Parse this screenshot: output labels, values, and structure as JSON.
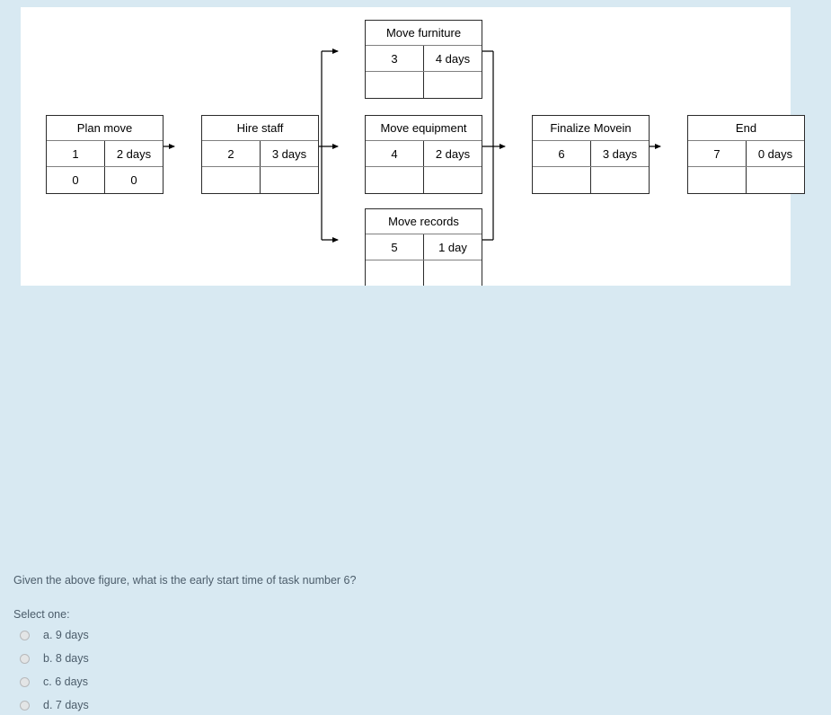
{
  "page": {
    "background_color": "#d8e9f2",
    "panel_color": "#ffffff",
    "text_color": "#4c5d6b"
  },
  "figure": {
    "type": "activity-on-node-network-diagram",
    "nodes": [
      {
        "id": "plan-move",
        "title": "Plan move",
        "task_number": "1",
        "duration": "2 days",
        "bottom_left": "0",
        "bottom_right": "0"
      },
      {
        "id": "hire-staff",
        "title": "Hire staff",
        "task_number": "2",
        "duration": "3 days",
        "bottom_left": "",
        "bottom_right": ""
      },
      {
        "id": "move-furniture",
        "title": "Move furniture",
        "task_number": "3",
        "duration": "4 days",
        "bottom_left": "",
        "bottom_right": ""
      },
      {
        "id": "move-equipment",
        "title": "Move equipment",
        "task_number": "4",
        "duration": "2 days",
        "bottom_left": "",
        "bottom_right": ""
      },
      {
        "id": "move-records",
        "title": "Move records",
        "task_number": "5",
        "duration": "1 day",
        "bottom_left": "",
        "bottom_right": ""
      },
      {
        "id": "finalize-movein",
        "title": "Finalize Movein",
        "task_number": "6",
        "duration": "3 days",
        "bottom_left": "",
        "bottom_right": ""
      },
      {
        "id": "end",
        "title": "End",
        "task_number": "7",
        "duration": "0 days",
        "bottom_left": "",
        "bottom_right": ""
      }
    ],
    "edges": [
      {
        "from": "plan-move",
        "to": "hire-staff"
      },
      {
        "from": "hire-staff",
        "to": "move-furniture"
      },
      {
        "from": "hire-staff",
        "to": "move-equipment"
      },
      {
        "from": "hire-staff",
        "to": "move-records"
      },
      {
        "from": "move-furniture",
        "to": "finalize-movein"
      },
      {
        "from": "move-equipment",
        "to": "finalize-movein"
      },
      {
        "from": "move-records",
        "to": "finalize-movein"
      },
      {
        "from": "finalize-movein",
        "to": "end"
      }
    ]
  },
  "question": {
    "prompt": "Given the above figure, what is the early start time of task number 6?",
    "select_label": "Select one:",
    "options": [
      {
        "label": "a. 9 days",
        "selected": false
      },
      {
        "label": "b. 8 days",
        "selected": false
      },
      {
        "label": "c. 6 days",
        "selected": false
      },
      {
        "label": "d. 7 days",
        "selected": false
      }
    ]
  }
}
